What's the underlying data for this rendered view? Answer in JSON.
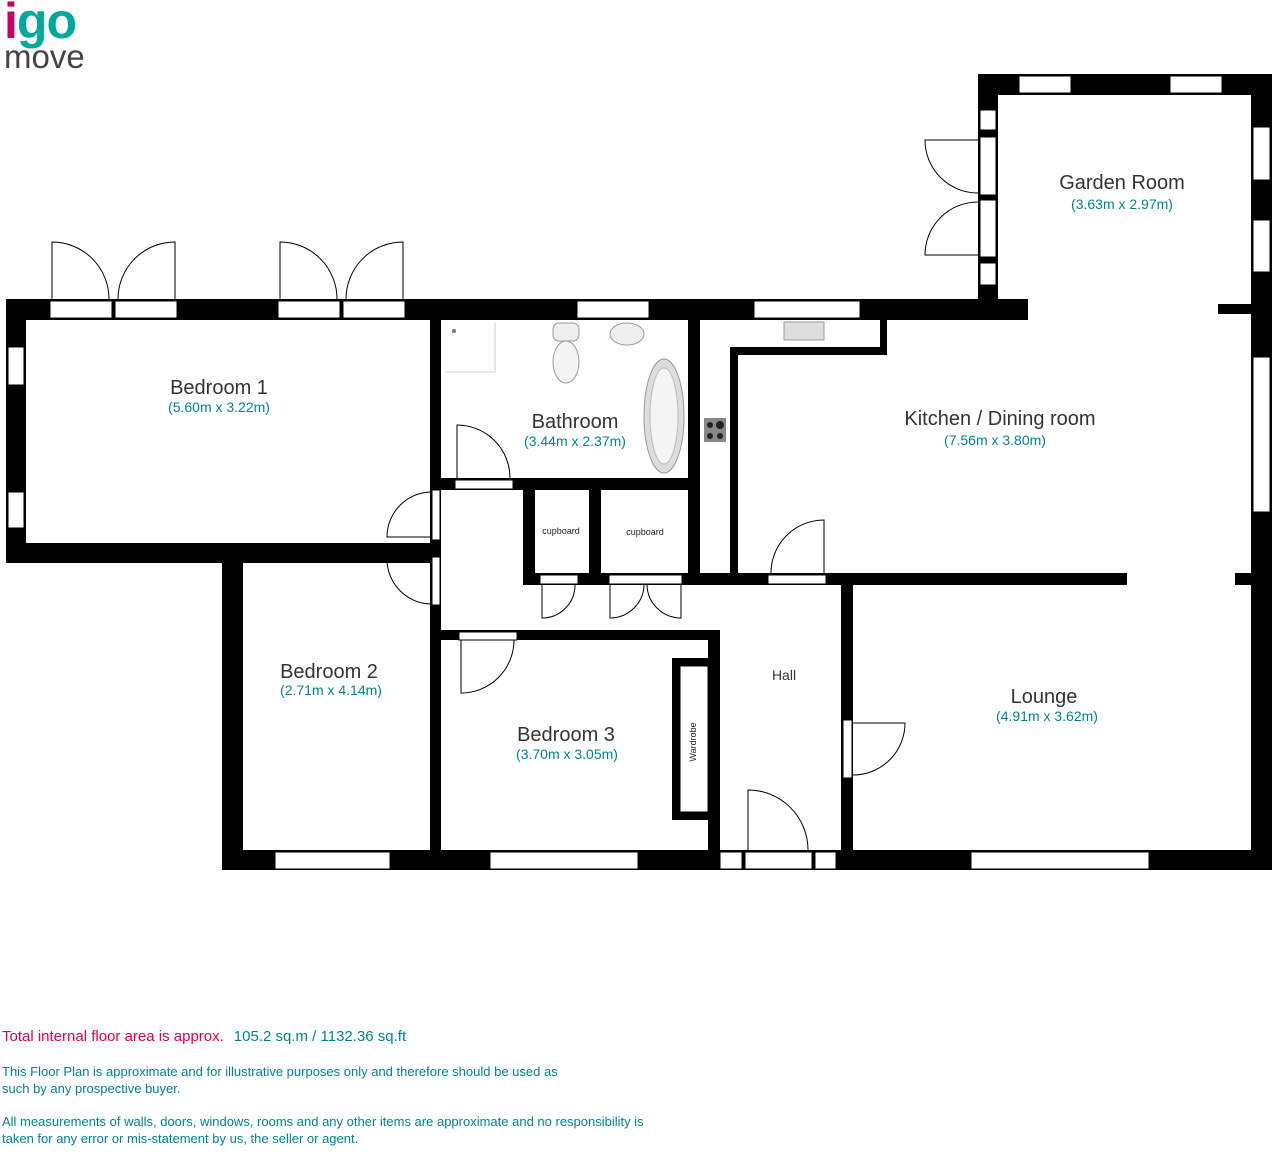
{
  "logo": {
    "brand_accent": "i",
    "brand_rest": "go",
    "sub": "move"
  },
  "rooms": {
    "bedroom1": {
      "name": "Bedroom 1",
      "dims": "(5.60m x 3.22m)"
    },
    "bathroom": {
      "name": "Bathroom",
      "dims": "(3.44m x 2.37m)"
    },
    "kitchen": {
      "name": "Kitchen / Dining room",
      "dims": "(7.56m x 3.80m)"
    },
    "garden": {
      "name": "Garden Room",
      "dims": "(3.63m x 2.97m)"
    },
    "bedroom2": {
      "name": "Bedroom 2",
      "dims": "(2.71m x 4.14m)"
    },
    "bedroom3": {
      "name": "Bedroom 3",
      "dims": "(3.70m x 3.05m)"
    },
    "lounge": {
      "name": "Lounge",
      "dims": "(4.91m x 3.62m)"
    },
    "hall": {
      "name": "Hall"
    },
    "cupboard1": "cupboard",
    "cupboard2": "cupboard",
    "wardrobe": "Wardrobe"
  },
  "footer": {
    "area_label": "Total internal floor area is approx.",
    "area_value": "105.2 sq.m  / 1132.36 sq.ft",
    "disclaimer1": "This Floor Plan is approximate and for illustrative purposes only and therefore should be used as such by any prospective buyer.",
    "disclaimer2": "All measurements of walls, doors, windows, rooms and any other items are approximate and no responsibility is taken for any error or mis-statement by us, the seller or agent."
  },
  "colors": {
    "teal": "#00a99d",
    "magenta": "#c8005a",
    "label": "#00838f"
  }
}
